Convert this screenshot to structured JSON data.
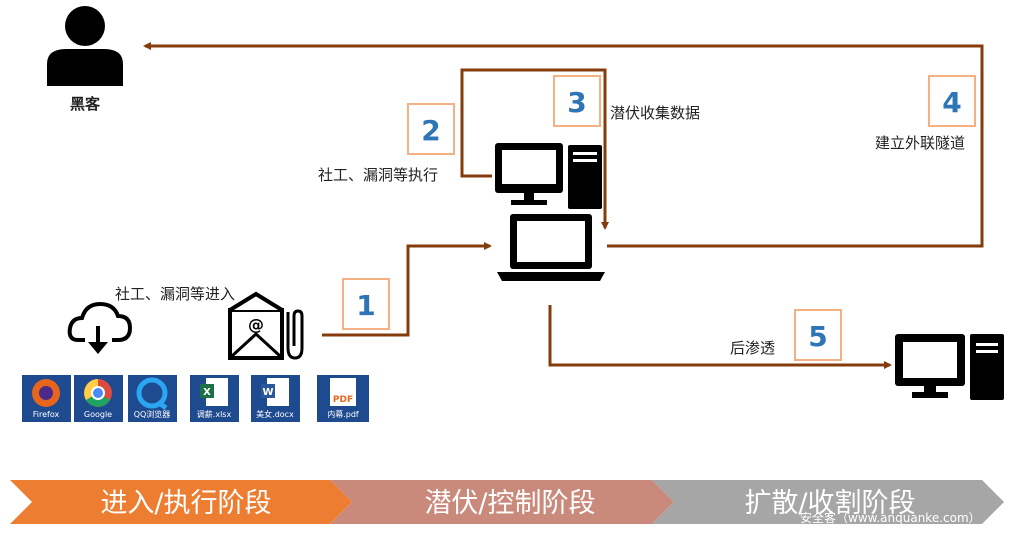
{
  "actors": {
    "hacker_label": "黑客"
  },
  "steps": [
    {
      "number": "1",
      "label": "社工、漏洞等进入"
    },
    {
      "number": "2",
      "label": "社工、漏洞等执行"
    },
    {
      "number": "3",
      "label": "潜伏收集数据"
    },
    {
      "number": "4",
      "label": "建立外联隧道"
    },
    {
      "number": "5",
      "label": "后渗透"
    }
  ],
  "entry_icons": [
    {
      "label": "Firefox",
      "icon": "firefox-icon"
    },
    {
      "label": "Google",
      "icon": "chrome-icon"
    },
    {
      "label": "QQ浏览器",
      "icon": "qq-browser-icon"
    },
    {
      "label": "调薪.xlsx",
      "icon": "excel-file-icon"
    },
    {
      "label": "美女.docx",
      "icon": "word-file-icon"
    },
    {
      "label": "内幕.pdf",
      "icon": "pdf-file-icon"
    }
  ],
  "phases": [
    {
      "label": "进入/执行阶段",
      "color": "#ed7d31"
    },
    {
      "label": "潜伏/控制阶段",
      "color": "#c9897b"
    },
    {
      "label": "扩散/收割阶段",
      "color": "#a6a6a6"
    }
  ],
  "watermark": "安全客（www.anquanke.com）",
  "colors": {
    "arrow": "#843c0c",
    "step_box_border": "#f4b183",
    "step_number": "#2e75b6"
  }
}
